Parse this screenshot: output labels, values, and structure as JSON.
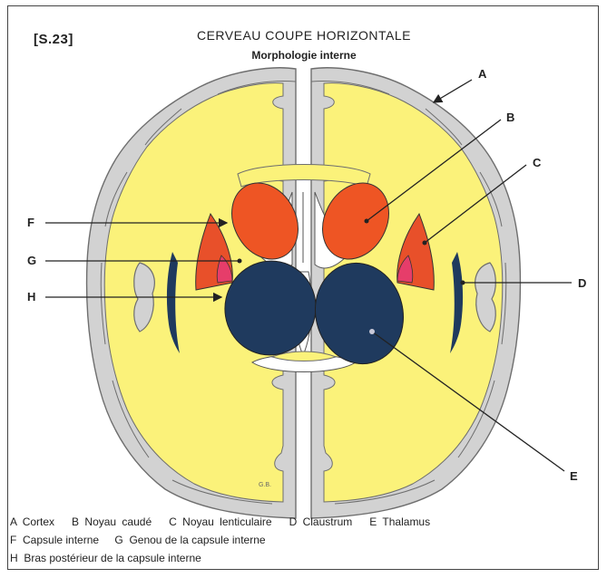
{
  "header": {
    "plate": "[S.23]",
    "title": "CERVEAU   COUPE HORIZONTALE",
    "subtitle": "Morphologie interne"
  },
  "labels": {
    "A": "A",
    "B": "B",
    "C": "C",
    "D": "D",
    "E": "E",
    "F": "F",
    "G": "G",
    "H": "H"
  },
  "legend": {
    "line1": [
      {
        "key": "A",
        "text": "Cortex"
      },
      {
        "key": "B",
        "text": "Noyau caudé"
      },
      {
        "key": "C",
        "text": "Noyau lenticulaire"
      },
      {
        "key": "D",
        "text": "Claustrum"
      },
      {
        "key": "E",
        "text": "Thalamus"
      }
    ],
    "line2": [
      {
        "key": "F",
        "text": "Capsule interne"
      },
      {
        "key": "G",
        "text": "Genou de la capsule interne"
      }
    ],
    "line3": [
      {
        "key": "H",
        "text": "Bras postérieur de la capsule interne"
      }
    ]
  },
  "signature": "G.B.",
  "colors": {
    "white_matter": "#fbf27a",
    "cortex": "#d2d2d2",
    "cortex_outline": "#6e6e6e",
    "caudate": "#ee5524",
    "lentiform": "#e8502a",
    "lentiform_inner": "#e63d6a",
    "thalamus": "#1f3a5e",
    "claustrum": "#1f3a5e",
    "ventricle": "#ffffff"
  }
}
